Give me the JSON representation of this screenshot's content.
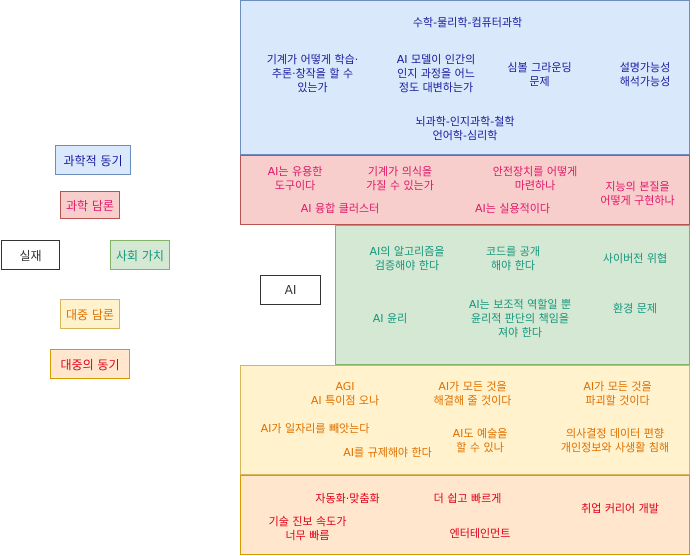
{
  "legend": {
    "science_motive": "과학적 동기",
    "science_discourse": "과학 담론",
    "reality": "실재",
    "social_value": "사회 가치",
    "public_discourse": "대중 담론",
    "public_motive": "대중의 동기",
    "ai": "AI"
  },
  "colors": {
    "blue_fill": "#dae8fc",
    "blue_stroke": "#6c8ebf",
    "blue_text": "#1a1aa0",
    "red_fill": "#f8cecc",
    "red_stroke": "#b85450",
    "red_text": "#e0196a",
    "green_fill": "#d5e8d4",
    "green_stroke": "#82b366",
    "green_text": "#16977d",
    "yellow_fill": "#fff2cc",
    "yellow_stroke": "#d6b656",
    "yellow_text": "#e07000",
    "orange_fill": "#ffe6cc",
    "orange_stroke": "#d79b00",
    "orange_text": "#e0001a"
  },
  "science_motive_band": {
    "header": "수학-물리학-컴퓨터과학",
    "item1": "기계가 어떻게 학습·\n추론·창작을 할 수\n있는가",
    "item2": "AI 모델이 인간의\n인지 과정을 어느\n정도 대변하는가",
    "item3": "심볼 그라운딩\n문제",
    "item4": "설명가능성\n해석가능성",
    "footer": "뇌과학-인지과학-철학\n언어학-심리학"
  },
  "science_discourse_band": {
    "item1": "AI는 유용한\n도구이다",
    "item2": "기계가 의식을\n가질 수 있는가",
    "item3": "안전장치를 어떻게\n마련하나",
    "item4": "지능의 본질을\n어떻게 구현하나",
    "item5": "AI 융합 클러스터",
    "item6": "AI는 실용적이다"
  },
  "social_value_band": {
    "item1": "AI의 알고리즘을\n검증해야 한다",
    "item2": "코드를 공개\n해야 한다",
    "item3": "사이버전 위협",
    "item4": "AI 윤리",
    "item5": "AI는 보조적 역할일 뿐\n윤리적 판단의 책임을\n져야 한다",
    "item6": "환경 문제"
  },
  "public_discourse_band": {
    "item1": "AGI\nAI 특이점 오나",
    "item2": "AI가 모든 것을\n해결해 줄 것이다",
    "item3": "AI가 모든 것을\n파괴할 것이다",
    "item4": "AI가 일자리를 빼앗는다",
    "item5": "AI도 예술을\n할 수 있나",
    "item6": "의사결정 데이터 편향\n개인정보와 사생활 침해",
    "item7": "AI를 규제해야 한다"
  },
  "public_motive_band": {
    "item1": "자동화·맞춤화",
    "item2": "더 쉽고 빠르게",
    "item3": "취업 커리어 개발",
    "item4": "기술 진보 속도가\n너무 빠름",
    "item5": "엔터테인먼트"
  }
}
